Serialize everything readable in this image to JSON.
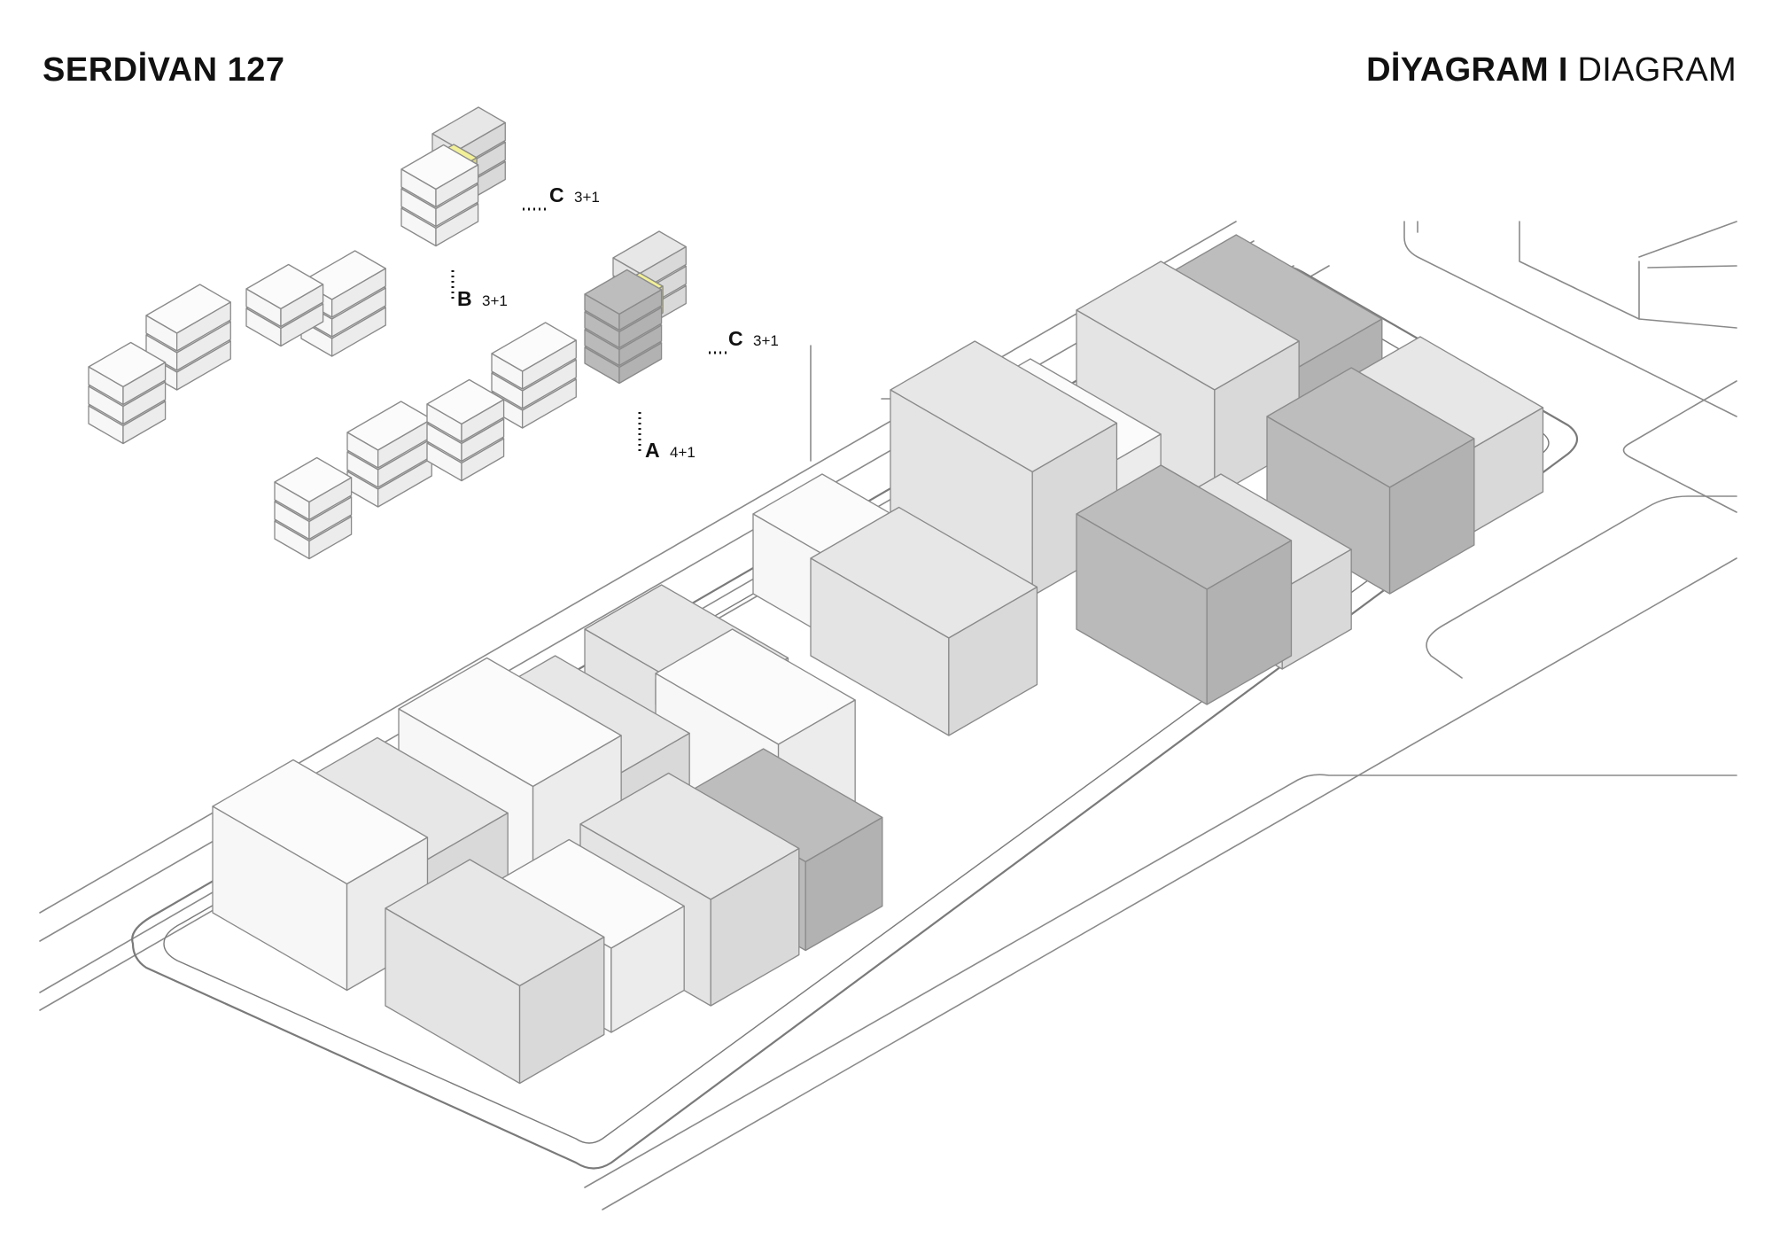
{
  "header": {
    "project_title": "SERDİVAN 127",
    "diagram_label_tr": "DİYAGRAM",
    "separator": "I",
    "diagram_label_en": "DIAGRAM"
  },
  "legend": {
    "type_b": {
      "letter": "B",
      "config": "3+1"
    },
    "type_c_upper": {
      "letter": "C",
      "config": "3+1"
    },
    "type_c_lower": {
      "letter": "C",
      "config": "3+1"
    },
    "type_a": {
      "letter": "A",
      "config": "4+1"
    }
  },
  "colors": {
    "line": "#8a8a8a",
    "white_block": "#fbfbfb",
    "light_block": "#e7e7e7",
    "dark_block": "#bdbdbd",
    "core_yellow": "#f2f098",
    "text": "#111111"
  }
}
